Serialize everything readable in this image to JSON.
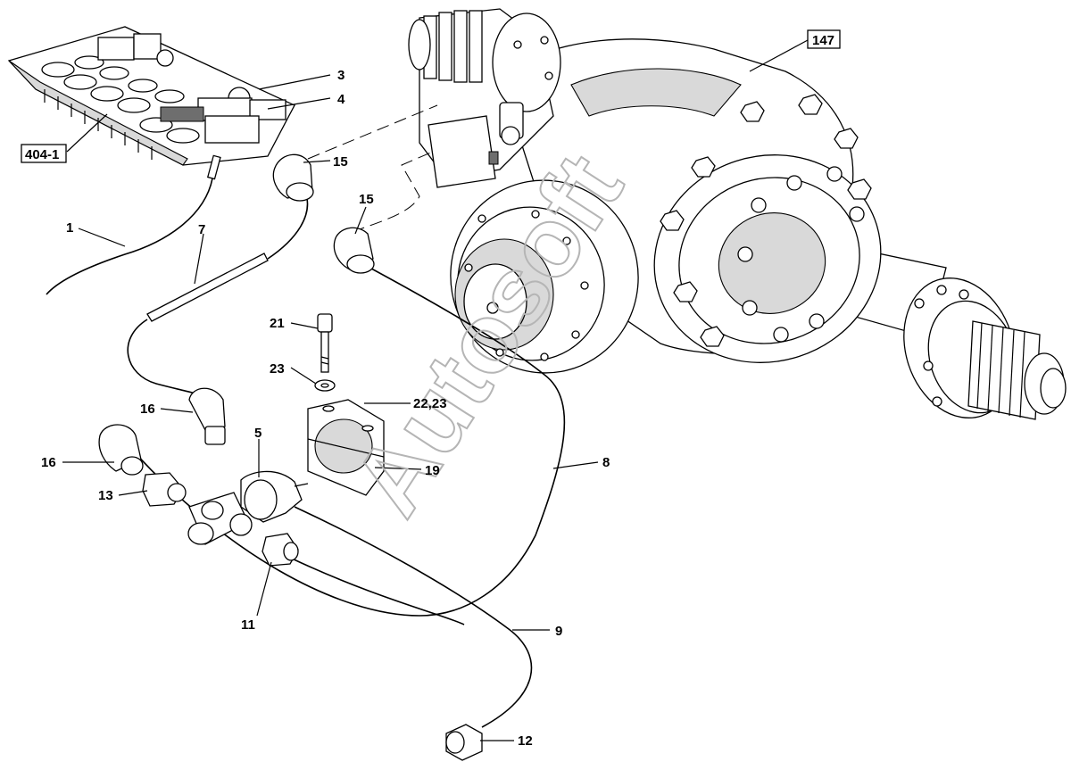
{
  "callouts": {
    "c147": "147",
    "c404_1": "404-1",
    "c3": "3",
    "c4": "4",
    "c15a": "15",
    "c15b": "15",
    "c1": "1",
    "c7": "7",
    "c21": "21",
    "c23": "23",
    "c22_23": "22,23",
    "c16a": "16",
    "c16b": "16",
    "c5": "5",
    "c19": "19",
    "c8": "8",
    "c13": "13",
    "c11": "11",
    "c9": "9",
    "c12": "12"
  },
  "watermark": "Autosoft"
}
